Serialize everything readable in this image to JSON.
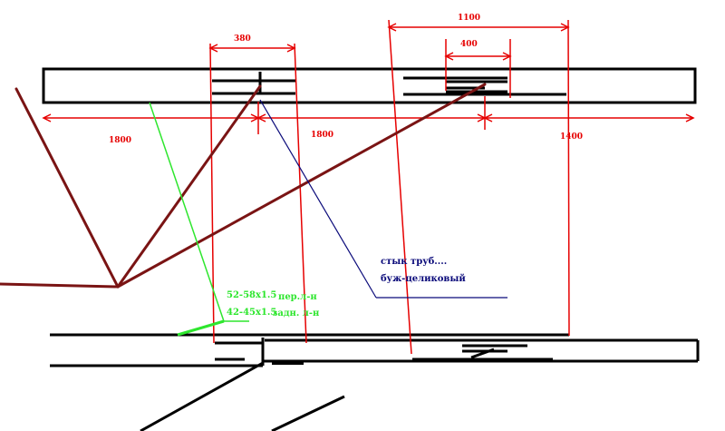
{
  "dimensions": {
    "width_380": "380",
    "width_1100": "1100",
    "width_400": "400",
    "left_1800": "1800",
    "mid_1800": "1800",
    "right_1400": "1400"
  },
  "labels": {
    "front_tube": "52-58x1.5",
    "front_name": "пер.л-н",
    "rear_tube": "42-45x1.5",
    "rear_name": "задн. л-н",
    "joint_1": "стык труб....",
    "joint_2": "буж-целиковый"
  },
  "colors": {
    "black": "#000000",
    "frame": "#7a1414",
    "dimension": "#e60000",
    "green": "#2ee62e",
    "navy": "#0a0a7a"
  }
}
